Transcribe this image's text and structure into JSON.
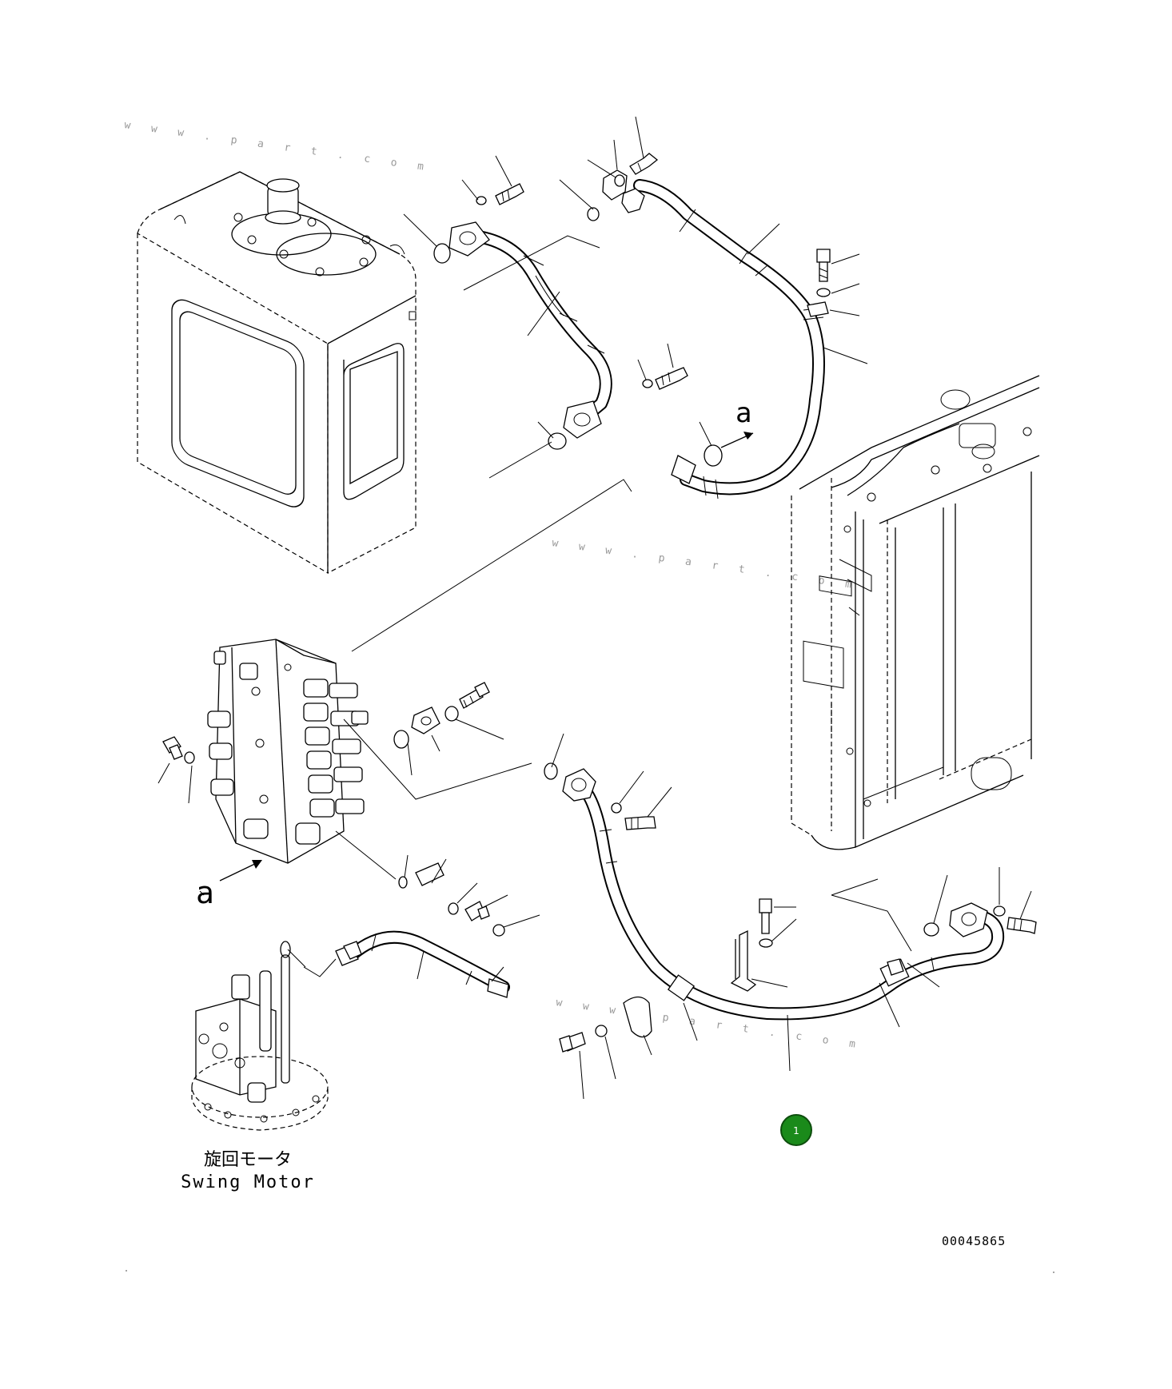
{
  "labels": {
    "view_a_upper": "a",
    "view_a_lower": "a",
    "swing_motor_jp": "旋回モータ",
    "swing_motor_en": "Swing Motor",
    "drawing_number": "00045865"
  },
  "marker": {
    "number": "1",
    "color": "#1a8a1a"
  },
  "watermark": {
    "text": "w w w . p a r t . c o m"
  }
}
